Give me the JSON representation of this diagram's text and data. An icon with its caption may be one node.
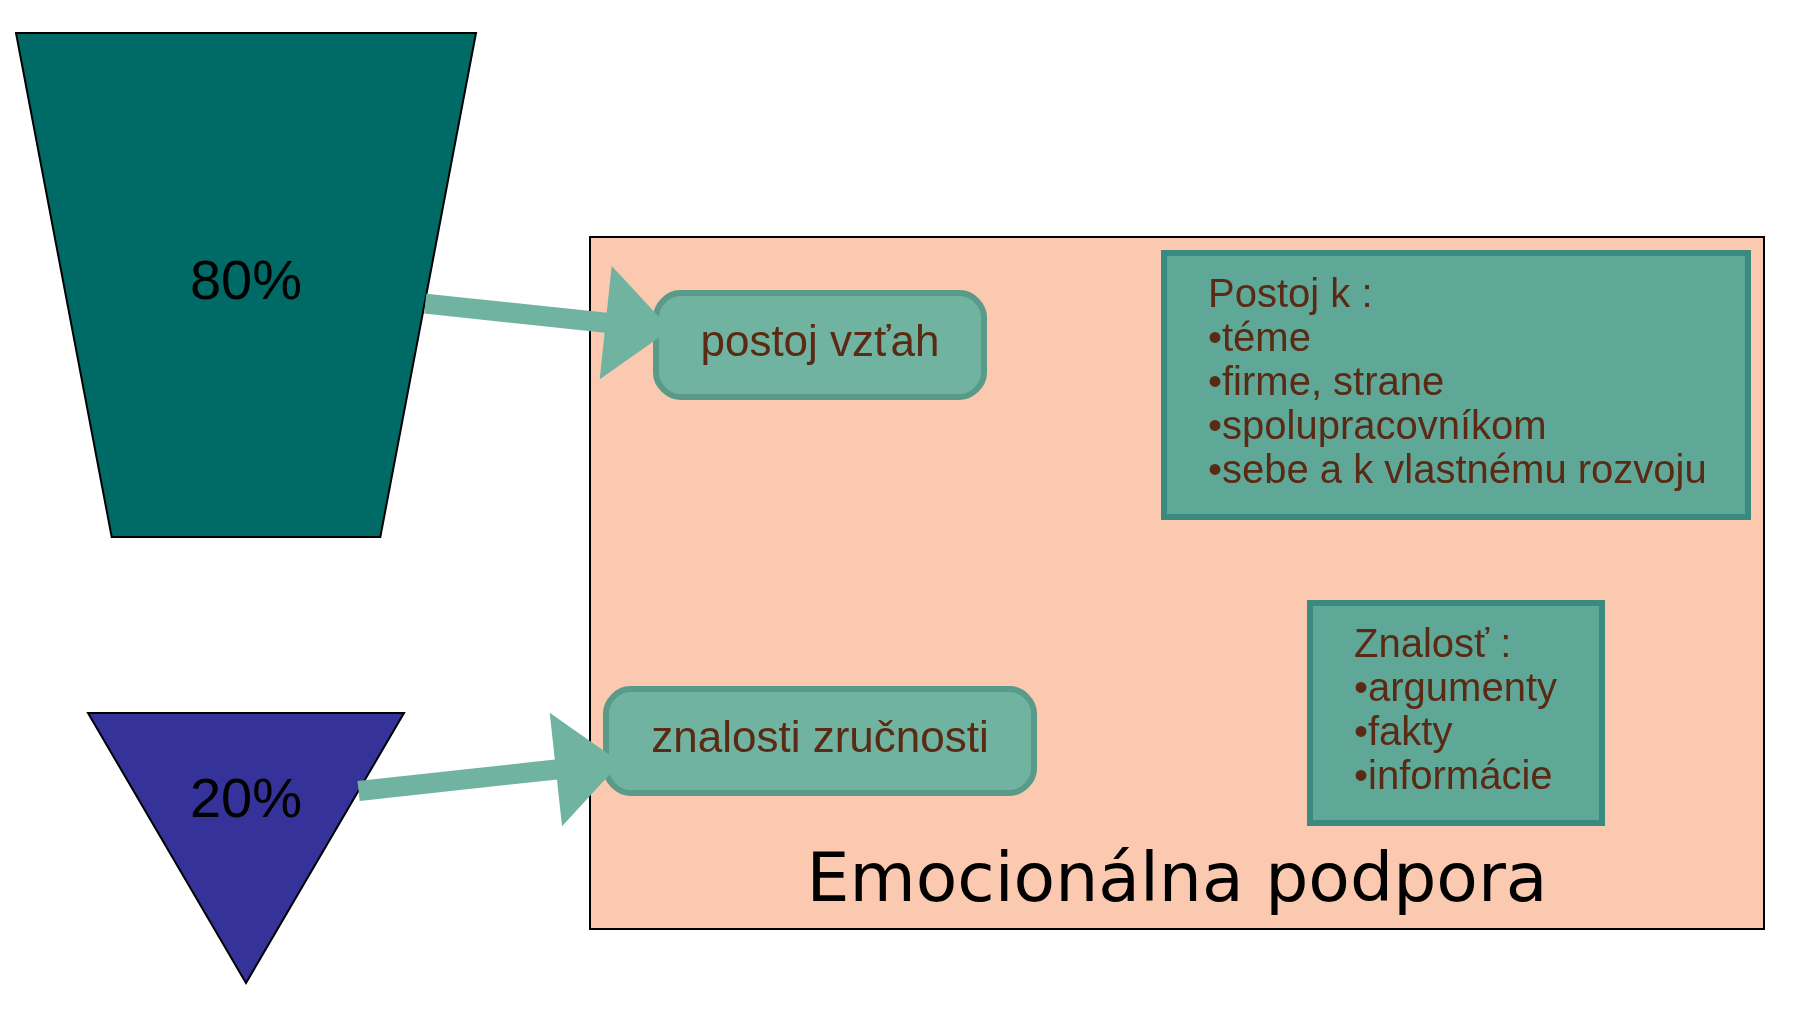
{
  "diagram": {
    "nodes": [
      {
        "text": [
          "Emocionálna podpora"
        ]
      },
      {
        "text": [
          "80%"
        ]
      },
      {
        "text": [
          "20%"
        ]
      },
      {
        "text": [
          "postoj vzťah"
        ],
        "in": 0
      },
      {
        "text": [
          "Postoj k :",
          "•téme",
          "•firme, strane",
          "•spolupracovníkom",
          "•sebe a k vlastnému rozvoju"
        ],
        "in": 0
      },
      {
        "text": [
          "znalosti zručnosti"
        ],
        "in": 0
      },
      {
        "text": [
          "Znalosť :",
          "•argumenty",
          "•fakty",
          "•informácie"
        ],
        "in": 0
      }
    ],
    "edges": [
      {
        "from": 1,
        "to": 3,
        "arrow": "to"
      },
      {
        "from": 2,
        "to": 5,
        "arrow": "to"
      }
    ]
  }
}
